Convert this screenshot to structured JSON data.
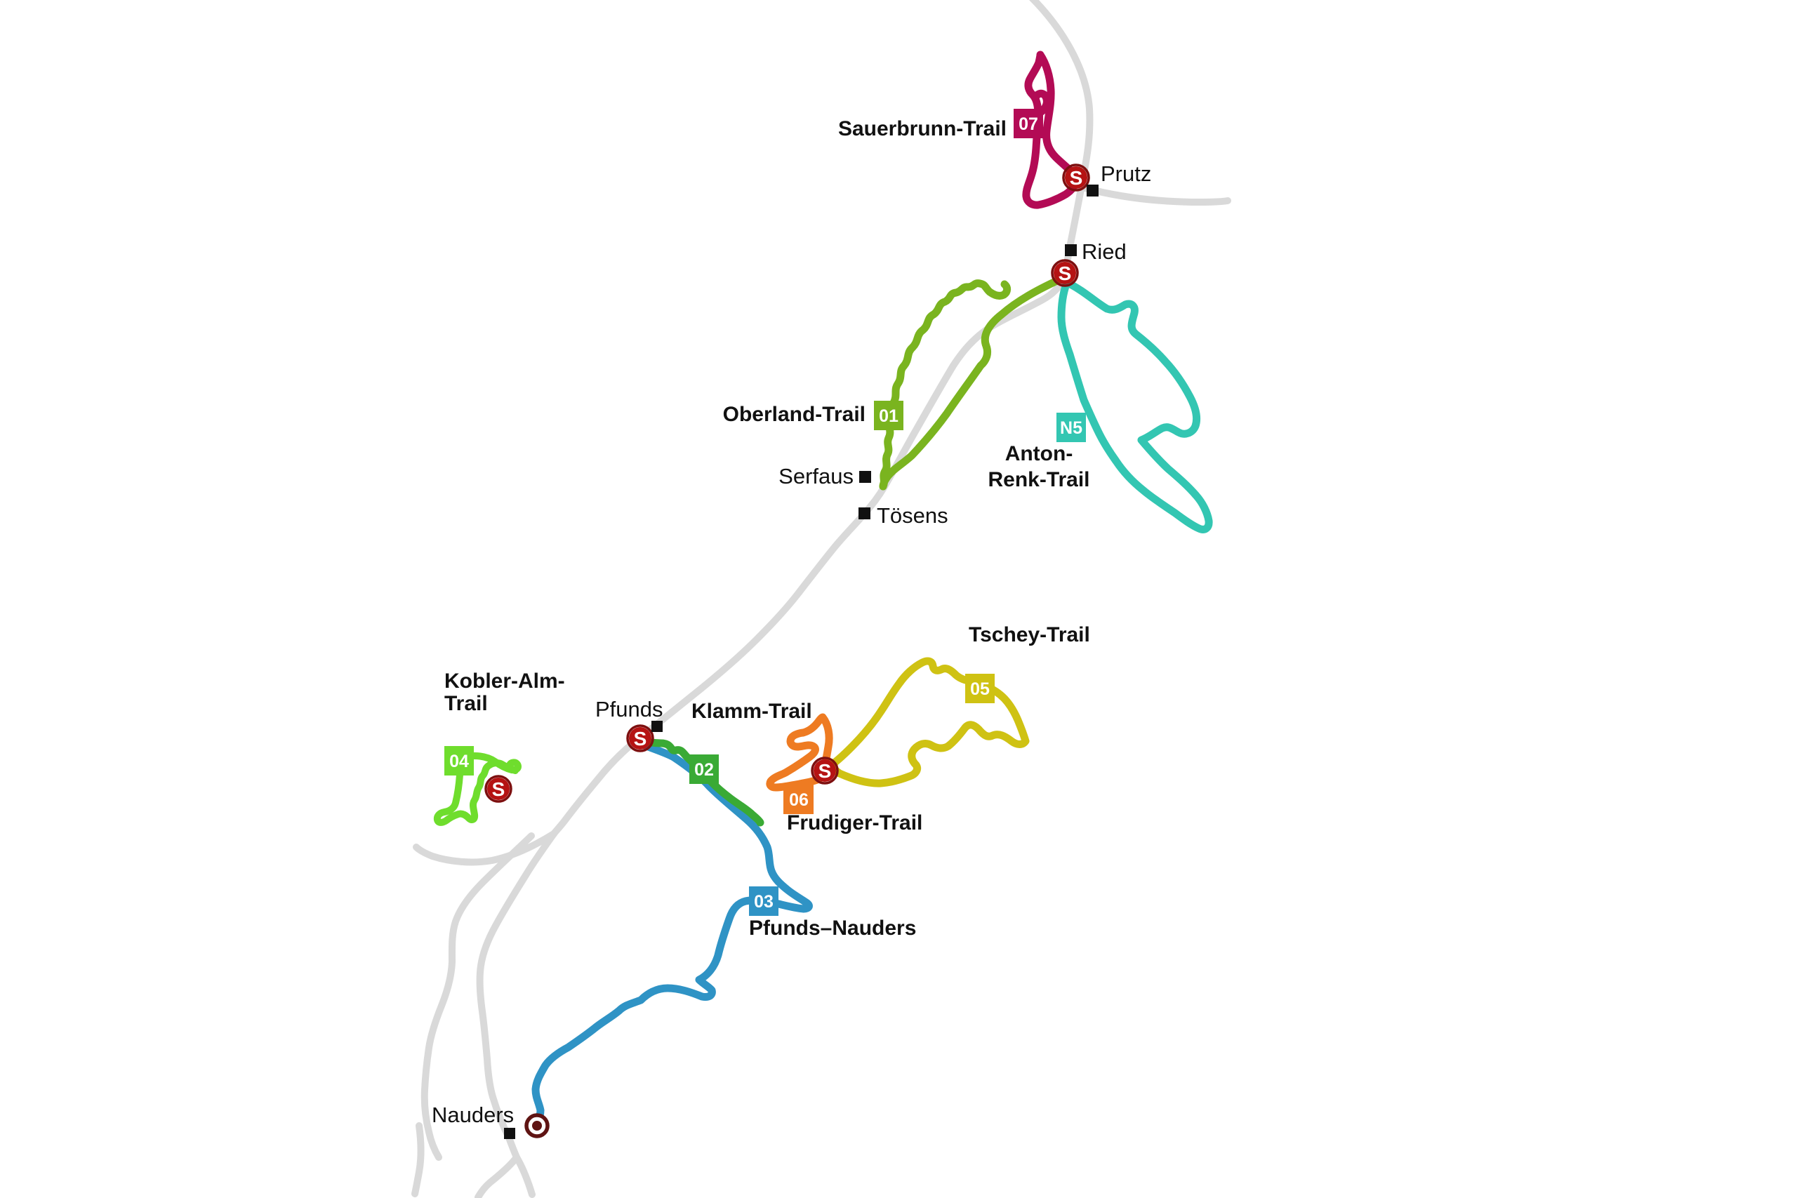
{
  "map": {
    "background": "#ffffff",
    "road_color": "#d9d9d9",
    "label_color": "#111111",
    "town_marker_color": "#111111",
    "start_marker": {
      "letter": "S",
      "fill": "#b51313",
      "ring": "#7d0f0f",
      "letter_color": "#ffffff"
    },
    "end_marker_color": "#5f1413"
  },
  "trails": [
    {
      "number": "07",
      "name": "Sauerbrunn-Trail",
      "color": "#b30b55"
    },
    {
      "number": "01",
      "name": "Oberland-Trail",
      "color": "#7ab41f"
    },
    {
      "number": "N5",
      "name": "Anton-Renk-Trail",
      "label_line1": "Anton-",
      "label_line2": "Renk-Trail",
      "color": "#33c6b2"
    },
    {
      "number": "05",
      "name": "Tschey-Trail",
      "color": "#cfc213"
    },
    {
      "number": "04",
      "name": "Kobler-Alm-Trail",
      "label_line1": "Kobler-Alm-",
      "label_line2": "Trail",
      "color": "#6fdd2d"
    },
    {
      "number": "02",
      "name": "Klamm-Trail",
      "color": "#3aaa35"
    },
    {
      "number": "06",
      "name": "Frudiger-Trail",
      "color": "#ee7b22"
    },
    {
      "number": "03",
      "name": "Pfunds–Nauders",
      "color": "#2f93c5"
    }
  ],
  "towns": [
    {
      "name": "Prutz"
    },
    {
      "name": "Ried"
    },
    {
      "name": "Serfaus"
    },
    {
      "name": "Tösens"
    },
    {
      "name": "Pfunds"
    },
    {
      "name": "Nauders"
    }
  ]
}
